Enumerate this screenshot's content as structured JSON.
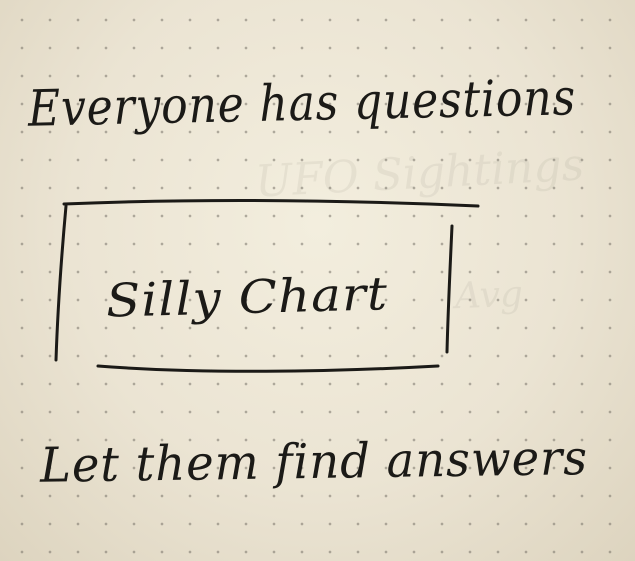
{
  "note": {
    "line_1": "Everyone has questions",
    "box_label": "Silly Chart",
    "line_2": "Let them find answers"
  },
  "colors": {
    "paper": "#ece6d6",
    "ink": "#1b1a17",
    "dot": "#78736a"
  }
}
